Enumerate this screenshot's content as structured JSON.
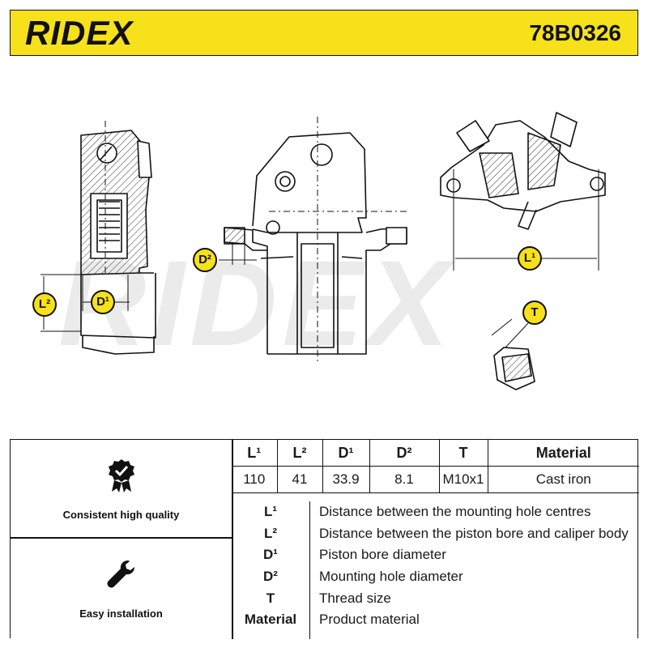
{
  "header": {
    "brand": "RIDEX",
    "part_number": "78B0326"
  },
  "diagram_labels": {
    "l2": "L²",
    "d1": "D¹",
    "d2": "D²",
    "l1": "L¹",
    "t": "T"
  },
  "watermark": "RIDEX",
  "features": [
    {
      "label": "Consistent high quality",
      "icon": "badge-check-icon"
    },
    {
      "label": "Easy installation",
      "icon": "wrench-icon"
    }
  ],
  "specs": {
    "headers": [
      "L¹",
      "L²",
      "D¹",
      "D²",
      "T",
      "Material"
    ],
    "values": [
      "110",
      "41",
      "33.9",
      "8.1",
      "M10x1",
      "Cast iron"
    ]
  },
  "legend": [
    {
      "key": "L¹",
      "desc": "Distance between the mounting hole centres"
    },
    {
      "key": "L²",
      "desc": "Distance between the piston bore and caliper body"
    },
    {
      "key": "D¹",
      "desc": "Piston bore diameter"
    },
    {
      "key": "D²",
      "desc": "Mounting hole diameter"
    },
    {
      "key": "T",
      "desc": "Thread size"
    },
    {
      "key": "Material",
      "desc": "Product material"
    }
  ],
  "colors": {
    "accent_yellow": "#f6e11a",
    "line_black": "#111111"
  }
}
